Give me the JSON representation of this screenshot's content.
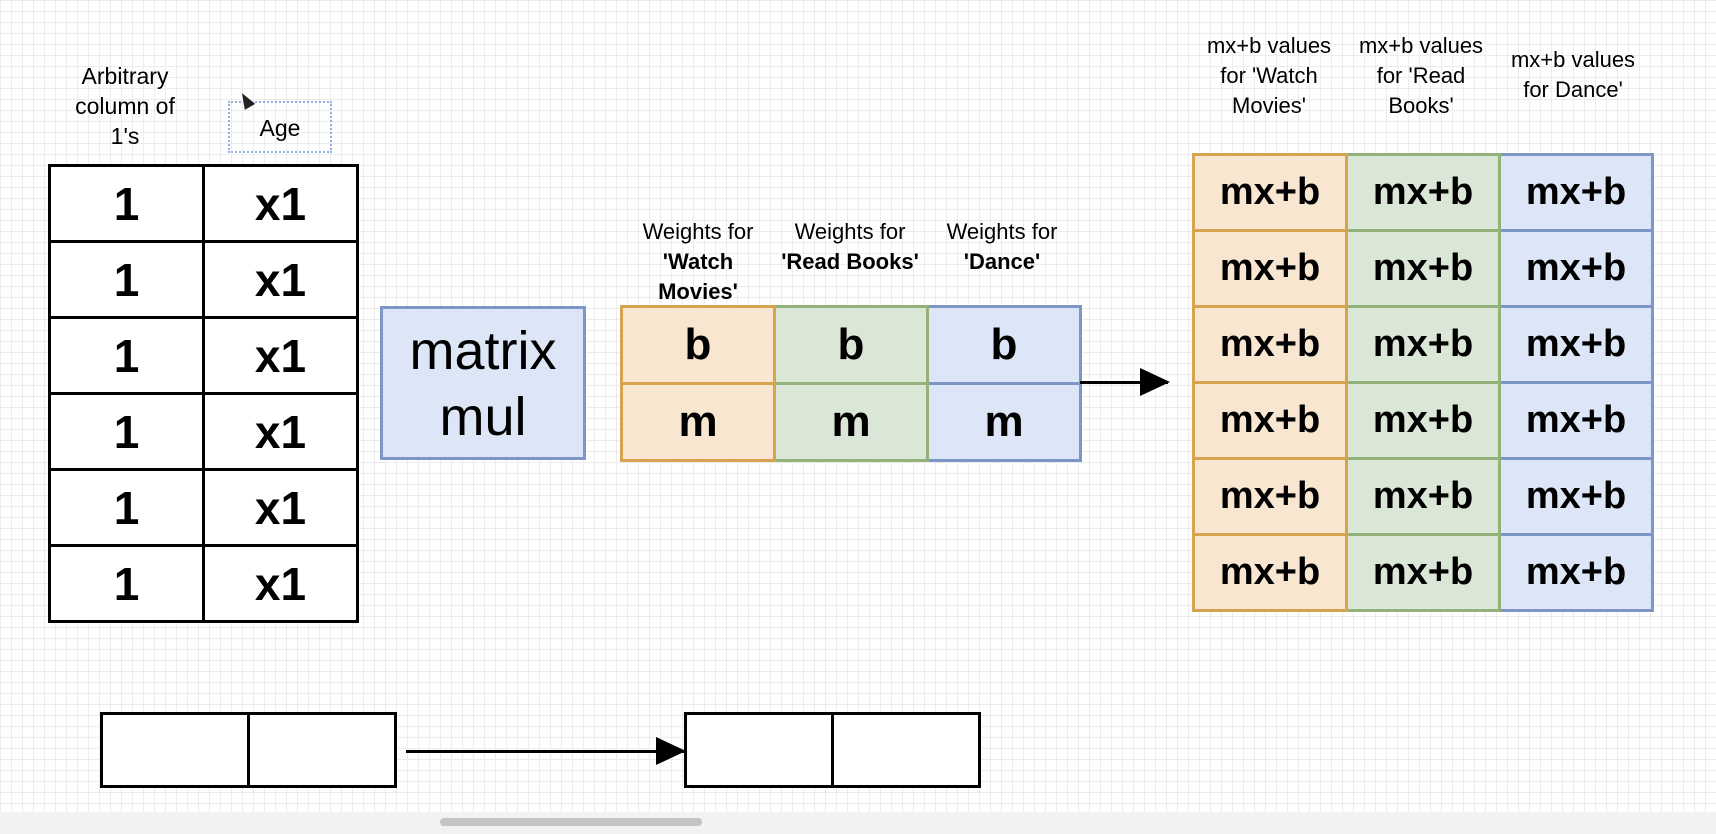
{
  "input": {
    "ones_label": "Arbitrary column of 1's",
    "age_label": "Age",
    "rows": [
      [
        "1",
        "x1"
      ],
      [
        "1",
        "x1"
      ],
      [
        "1",
        "x1"
      ],
      [
        "1",
        "x1"
      ],
      [
        "1",
        "x1"
      ],
      [
        "1",
        "x1"
      ]
    ]
  },
  "operation": {
    "line1": "matrix",
    "line2": "mul"
  },
  "weights": {
    "headers": [
      {
        "pre": "Weights for ",
        "name": "'Watch Movies'"
      },
      {
        "pre": "Weights for ",
        "name": "'Read Books'"
      },
      {
        "pre": "Weights for ",
        "name": "'Dance'"
      }
    ],
    "rows": [
      [
        "b",
        "b",
        "b"
      ],
      [
        "m",
        "m",
        "m"
      ]
    ]
  },
  "output": {
    "headers": [
      "mx+b values for 'Watch Movies'",
      "mx+b values for 'Read Books'",
      "mx+b values for Dance'"
    ],
    "cell": "mx+b",
    "row_count": 6
  },
  "colors": {
    "orange_fill": "#f9e6d1",
    "orange_border": "#d6a34e",
    "green_fill": "#dbe7d6",
    "green_border": "#92b27a",
    "blue_fill": "#dce6f7",
    "blue_border": "#7e96c6"
  }
}
